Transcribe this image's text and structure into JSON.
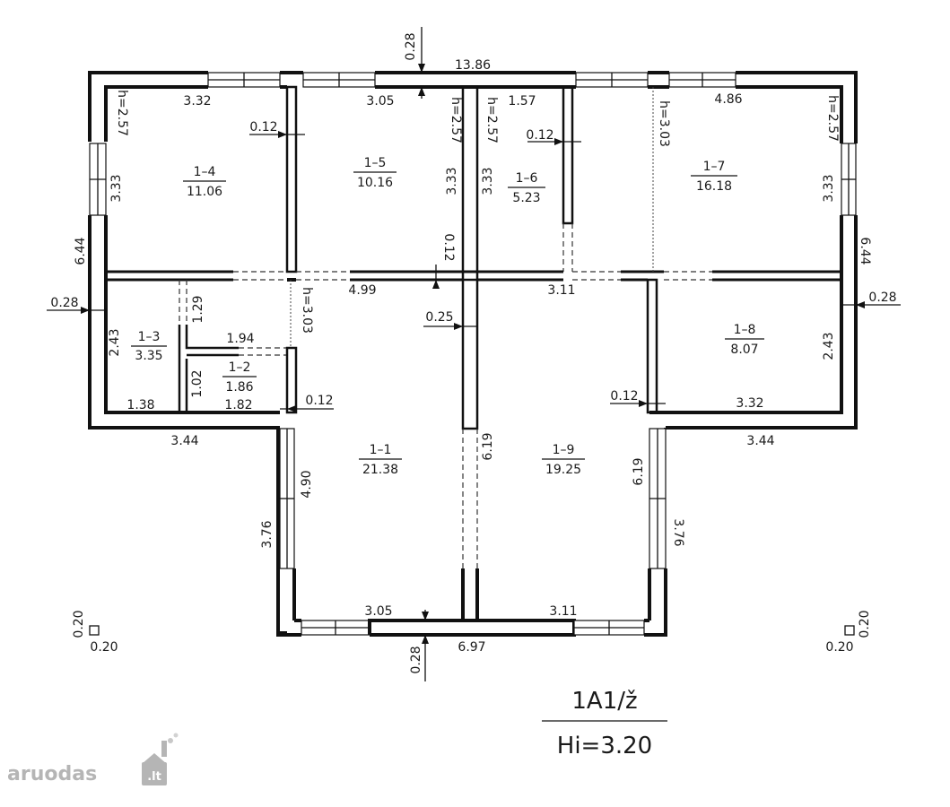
{
  "rooms": [
    {
      "id": "1–1",
      "area": "21.38"
    },
    {
      "id": "1–2",
      "area": "1.86"
    },
    {
      "id": "1–3",
      "area": "3.35"
    },
    {
      "id": "1–4",
      "area": "11.06"
    },
    {
      "id": "1–5",
      "area": "10.16"
    },
    {
      "id": "1–6",
      "area": "5.23"
    },
    {
      "id": "1–7",
      "area": "16.18"
    },
    {
      "id": "1–8",
      "area": "8.07"
    },
    {
      "id": "1–9",
      "area": "19.25"
    }
  ],
  "dimensions": {
    "overall_width": "13.86",
    "outer_wall_top": "0.28",
    "r14_width": "3.32",
    "r14_height": "3.33",
    "r14_ceiling": "h=2.57",
    "partition_14_15": "0.12",
    "r15_width": "3.05",
    "r15_height": "3.33",
    "r15_ceiling": "h=2.57",
    "partition_15_corridor": "0.12",
    "r16_width": "1.57",
    "r16_height": "3.33",
    "r16_ceiling": "h=2.57",
    "partition_16_17": "0.12",
    "r17_ceiling_left": "h=3.03",
    "r17_width": "4.86",
    "r17_height": "3.33",
    "r17_ceiling": "h=2.57",
    "left_depth": "6.44",
    "right_depth": "6.44",
    "outer_wall_left": "0.28",
    "outer_wall_right": "0.28",
    "r13_height": "2.43",
    "r13_width": "1.38",
    "r13_door_depth": "1.29",
    "r12_top": "1.94",
    "r12_height": "1.02",
    "r12_width": "1.82",
    "partition_12_11": "0.12",
    "corridor_width": "4.99",
    "corridor_ceiling": "h=3.03",
    "wall_11_19": "0.25",
    "r19_top": "3.11",
    "partition_19_18": "0.12",
    "r18_height": "2.43",
    "r18_width": "3.32",
    "left_wing_width": "3.44",
    "right_wing_width": "3.44",
    "r11_depth": "4.90",
    "r11_outer_depth": "3.76",
    "r19_depth_left": "6.19",
    "r19_depth_right": "6.19",
    "r19_outer_depth": "3.76",
    "r11_bottom": "3.05",
    "r19_bottom": "3.11",
    "bottom_width": "6.97",
    "outer_wall_bottom": "0.28"
  },
  "markers": {
    "left_a": "0.20",
    "left_b": "0.20",
    "right_a": "0.20",
    "right_b": "0.20"
  },
  "stamp": {
    "code": "1A1/ž",
    "height": "Hi=3.20"
  },
  "logo": {
    "name": "aruodas",
    "tld": ".lt"
  }
}
